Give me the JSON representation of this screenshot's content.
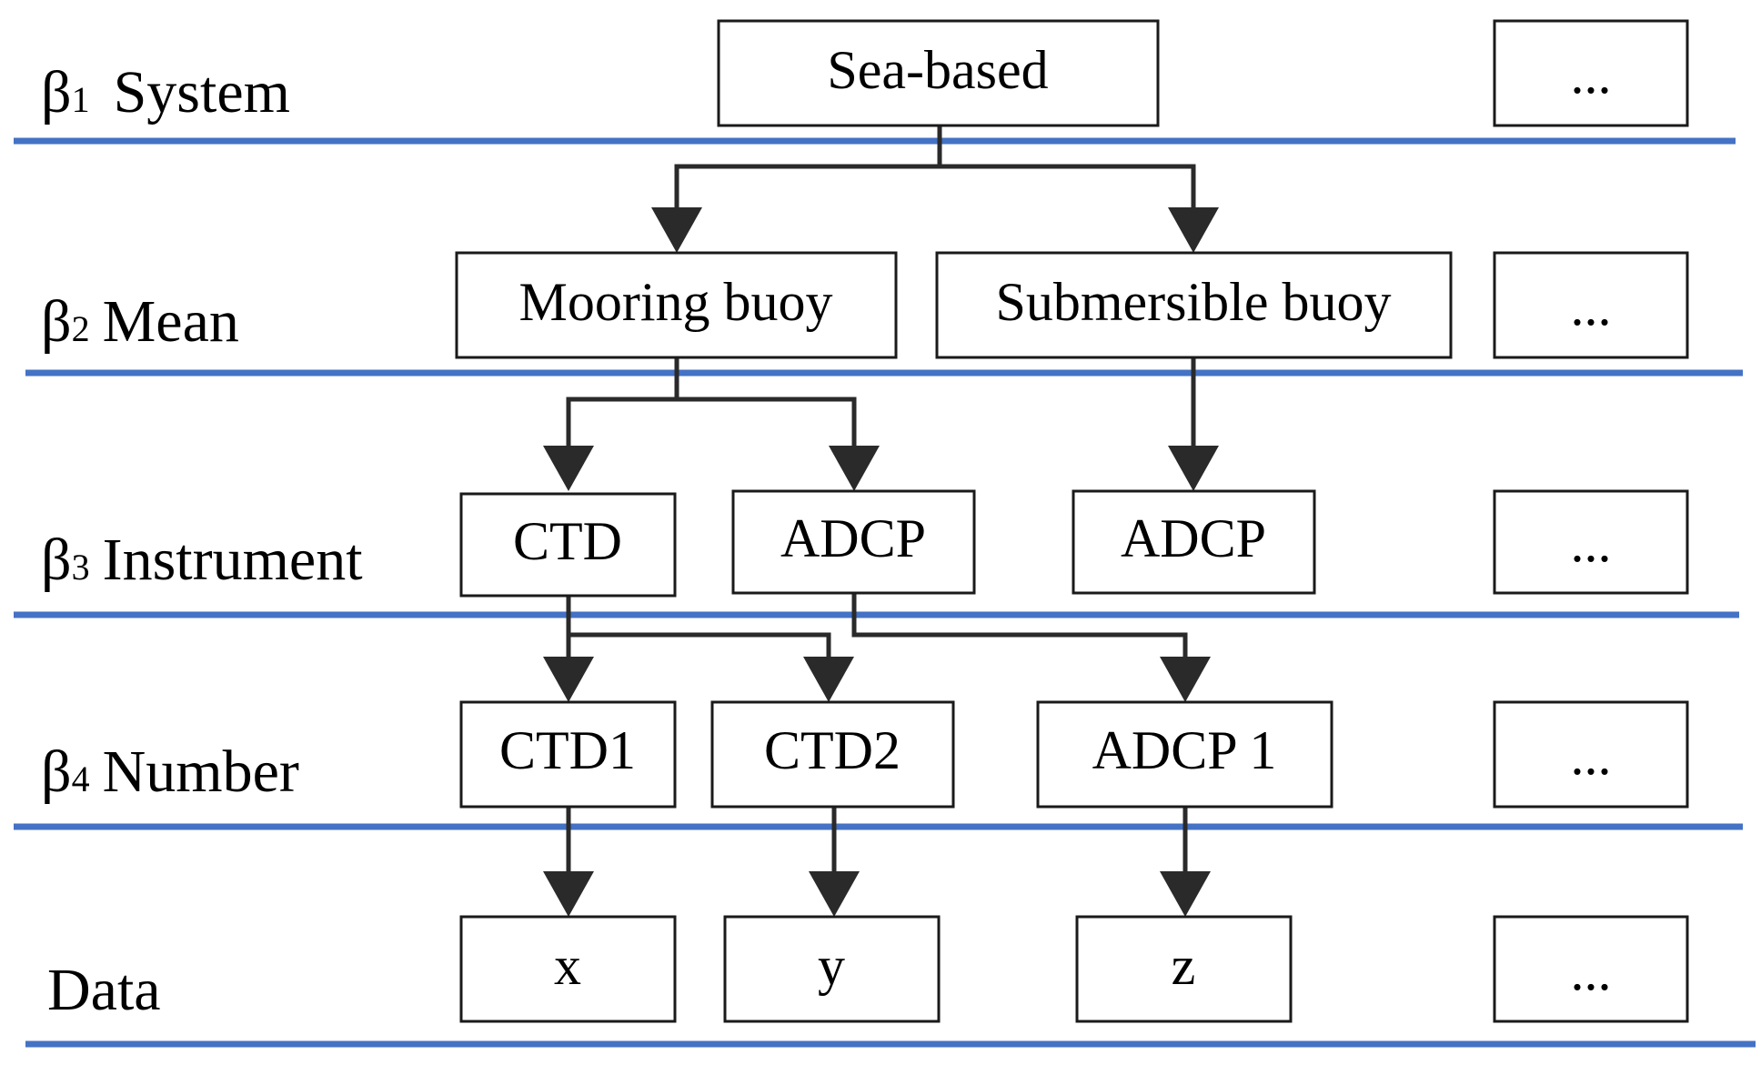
{
  "levels": [
    {
      "id": "system",
      "beta": "β",
      "sub": "1",
      "label": "System"
    },
    {
      "id": "mean",
      "beta": "β",
      "sub": "2",
      "label": "Mean"
    },
    {
      "id": "instrument",
      "beta": "β",
      "sub": "3",
      "label": "Instrument"
    },
    {
      "id": "number",
      "beta": "β",
      "sub": "4",
      "label": "Number"
    },
    {
      "id": "data",
      "beta": "",
      "sub": "",
      "label": "Data"
    }
  ],
  "nodes": {
    "sea_based": "Sea-based",
    "mooring_buoy": "Mooring buoy",
    "submersible_buoy": "Submersible buoy",
    "ctd": "CTD",
    "adcp_mooring": "ADCP",
    "adcp_submersible": "ADCP",
    "ctd1": "CTD1",
    "ctd2": "CTD2",
    "adcp1": "ADCP 1",
    "x": "x",
    "y": "y",
    "z": "z",
    "ellipsis_system": "...",
    "ellipsis_mean": "...",
    "ellipsis_instrument": "...",
    "ellipsis_number": "...",
    "ellipsis_data": "..."
  },
  "colors": {
    "separator": "#4472c4",
    "box_stroke": "#1a1a1a",
    "arrow": "#2a2a2a"
  }
}
